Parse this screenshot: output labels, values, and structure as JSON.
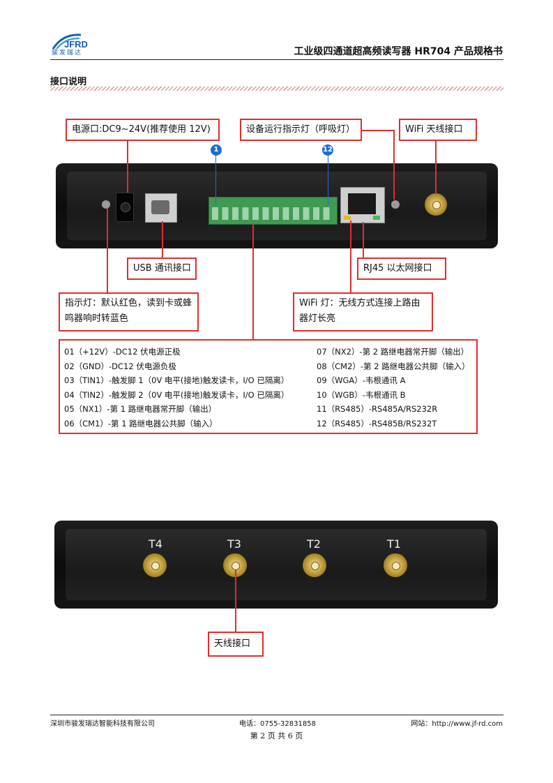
{
  "header": {
    "logo_text": "骏发瑞达",
    "doc_title": "工业级四通道超高频读写器 HR704 产品规格书"
  },
  "section": {
    "title": "接口说明"
  },
  "callouts": {
    "power": "电源口:DC9~24V(推荐使用 12V)",
    "run_led": "设备运行指示灯（呼吸灯）",
    "wifi_antenna": "WiFi 天线接口",
    "usb": "USB 通讯接口",
    "rj45": "RJ45 以太网接口",
    "indicator": "指示灯：默认红色，读到卡或蜂鸣器响时转蓝色",
    "wifi_led": "WiFi 灯：无线方式连接上路由器灯长亮",
    "antenna": "天线接口"
  },
  "badges": {
    "first": "1",
    "last": "12"
  },
  "pins": {
    "left": [
      "01（+12V）-DC12 伏电源正极",
      "02（GND）-DC12 伏电源负极",
      "03（TIN1）-触发脚 1（0V 电平(接地)触发读卡，I/O 已隔离）",
      "04（TIN2）-触发脚 2（0V 电平(接地)触发读卡，I/O 已隔离）",
      "05（NX1）-第 1 路继电器常开脚（输出）",
      "06（CM1）-第 1 路继电器公共脚（输入）"
    ],
    "right": [
      "07（NX2）-第 2 路继电器常开脚（输出）",
      "08（CM2）-第 2 路继电器公共脚（输入）",
      "09（WGA）-韦根通讯 A",
      "10（WGB）-韦根通讯 B",
      "11（RS485）-RS485A/RS232R",
      "12（RS485）-RS485B/RS232T"
    ]
  },
  "antenna_ports": [
    "T4",
    "T3",
    "T2",
    "T1"
  ],
  "footer": {
    "company": "深圳市骏发瑞达智能科技有限公司",
    "phone": "电话：0755-32831858",
    "website": "网站：http://www.jf-rd.com",
    "page": "第 2 页 共 6 页"
  },
  "colors": {
    "callout_border": "#e32c2c",
    "badge": "#1f6fd1",
    "terminal": "#3f9a52"
  }
}
